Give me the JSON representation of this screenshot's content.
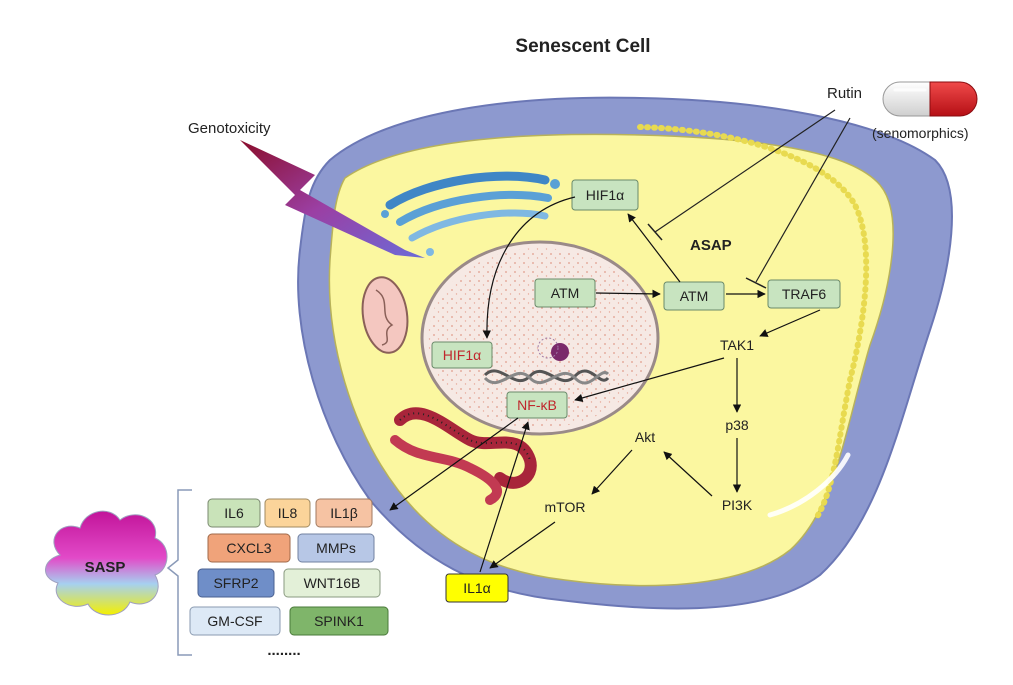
{
  "title": "Senescent Cell",
  "labels": {
    "genotoxicity": "Genotoxicity",
    "rutin": "Rutin",
    "senomorphics": "(senomorphics)",
    "asap": "ASAP",
    "sasp": "SASP",
    "tak1": "TAK1",
    "p38": "p38",
    "akt": "Akt",
    "pi3k": "PI3K",
    "mtor": "mTOR",
    "ellipsis": "........"
  },
  "boxes": {
    "hif1a_cyto": "HIF1α",
    "atm_nuc": "ATM",
    "atm_cyto": "ATM",
    "traf6": "TRAF6",
    "hif1a_nuc": "HIF1α",
    "nfkb": "NF-κB",
    "il1a": "IL1α"
  },
  "sasp_factors": [
    {
      "label": "IL6",
      "color": "#c9e3b9"
    },
    {
      "label": "IL8",
      "color": "#fbd49a"
    },
    {
      "label": "IL1β",
      "color": "#f6c3a3"
    },
    {
      "label": "CXCL3",
      "color": "#f0a37a"
    },
    {
      "label": "MMPs",
      "color": "#b7c7e6"
    },
    {
      "label": "SFRP2",
      "color": "#6f8ec8"
    },
    {
      "label": "WNT16B",
      "color": "#e3f0d8"
    },
    {
      "label": "GM-CSF",
      "color": "#dde9f6"
    },
    {
      "label": "SPINK1",
      "color": "#7fb56a"
    }
  ],
  "colors": {
    "cytoplasm": "#fbf7a0",
    "membrane": "#8d99cf",
    "box_green": "#c8e4c0",
    "box_border": "#6a8a6a",
    "il1a_fill": "#ffff00",
    "red_text": "#c0272d"
  }
}
